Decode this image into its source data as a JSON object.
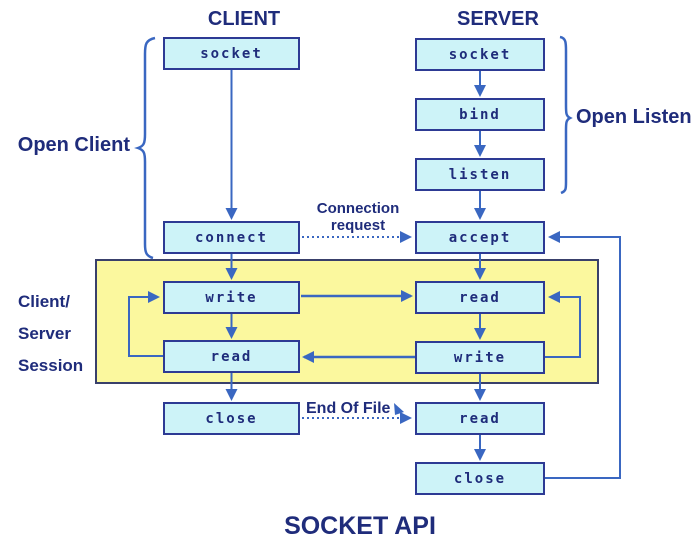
{
  "title": "SOCKET API",
  "client": {
    "header": "CLIENT",
    "boxes": [
      {
        "label": "socket"
      },
      {
        "label": "connect"
      },
      {
        "label": "write"
      },
      {
        "label": "read"
      },
      {
        "label": "close"
      }
    ]
  },
  "server": {
    "header": "SERVER",
    "boxes": [
      {
        "label": "socket"
      },
      {
        "label": "bind"
      },
      {
        "label": "listen"
      },
      {
        "label": "accept"
      },
      {
        "label": "read"
      },
      {
        "label": "write"
      },
      {
        "label": "read"
      },
      {
        "label": "close"
      }
    ]
  },
  "annotations": {
    "open_client": "Open Client",
    "open_listen": "Open Listen",
    "session_lines": [
      "Client/",
      "Server",
      "Session"
    ],
    "connection_request_lines": [
      "Connection",
      "request"
    ],
    "end_of_file": "End Of File"
  },
  "colors": {
    "box_fill": "#cdf3f8",
    "box_border": "#2d3a94",
    "arrow_blue": "#3a67c1",
    "label_navy": "#1f2c7b",
    "session_fill": "#fbf89e",
    "session_border": "#39406b"
  }
}
